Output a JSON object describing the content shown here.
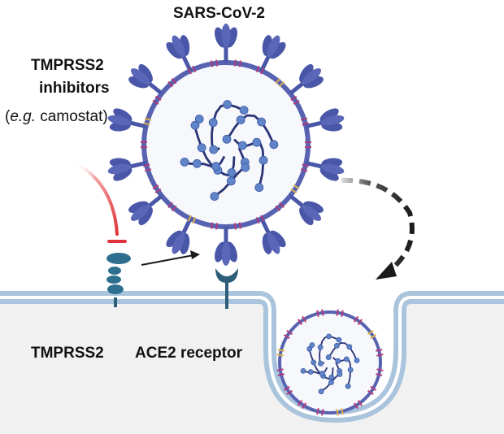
{
  "labels": {
    "virus_name": "SARS-CoV-2",
    "inhibitor_line1": "TMPRSS2",
    "inhibitor_line2": "inhibitors",
    "inhibitor_eg_open": "(",
    "inhibitor_eg_italic": "e.g.",
    "inhibitor_eg_rest": " camostat)",
    "protease": "TMPRSS2",
    "receptor": "ACE2 receptor"
  },
  "colors": {
    "membrane_outer": "#a9c4dc",
    "membrane_inner": "#ffffff",
    "cell_interior": "#f1f1f1",
    "virus_envelope": "#5763b0",
    "virus_fill": "#f7f8fc",
    "spike_protein": "#4a57a8",
    "rna_strand": "#2a3474",
    "rna_bead": "#5f85c8",
    "envelope_marker": "#b03a7a",
    "membrane_protein": "#e0b04a",
    "inhibitor": "#e0353b",
    "receptor": "#2e5d78",
    "arrow": "#1a1a1a"
  }
}
